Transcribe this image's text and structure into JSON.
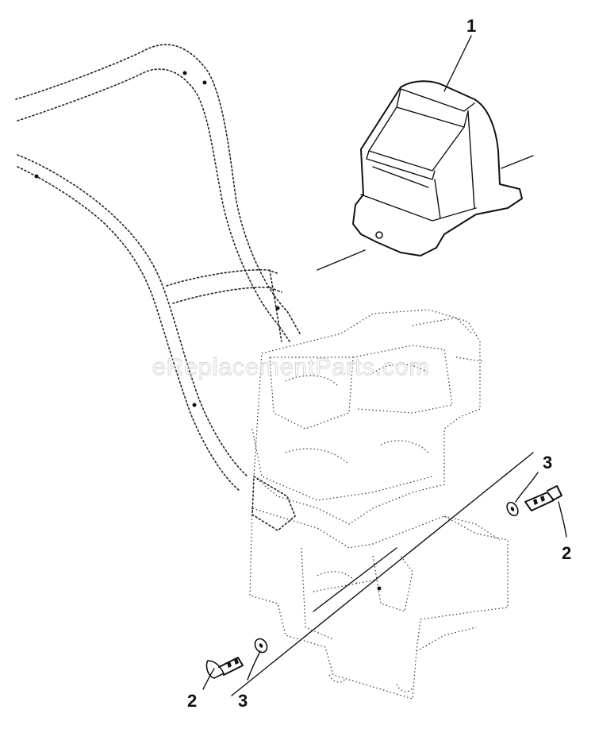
{
  "diagram": {
    "watermark": "eReplacementParts.com",
    "callouts": {
      "cover": "1",
      "bolt_right": "2",
      "bolt_left": "2",
      "washer_right": "3",
      "washer_left": "3"
    }
  },
  "colors": {
    "ink": "#111111",
    "background": "#ffffff",
    "watermark": "#d6d6d6"
  }
}
